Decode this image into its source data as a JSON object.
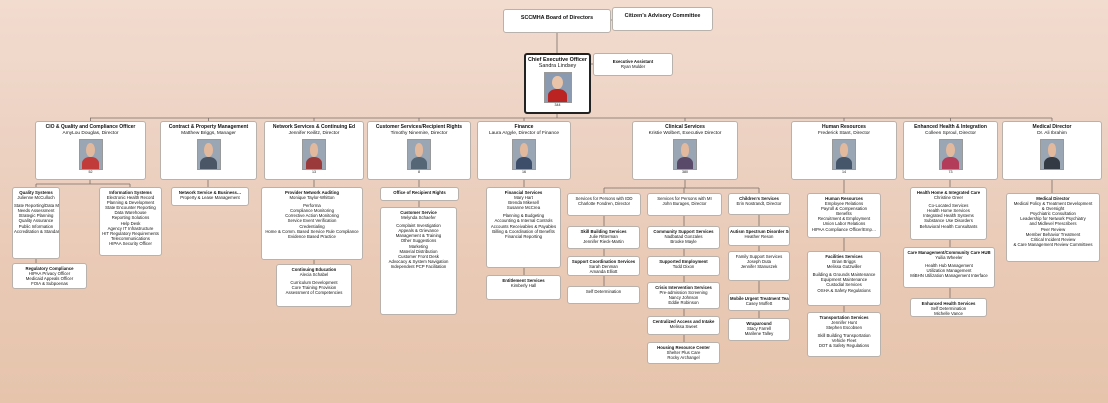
{
  "board": {
    "title": "SCCMHA Board of Directors"
  },
  "advisory": {
    "title": "Citizen's Advisory Committee"
  },
  "ceo": {
    "title": "Chief Executive Officer",
    "name": "Sandra Lindsey",
    "ext": "344"
  },
  "assistant": {
    "title": "Executive Assistant",
    "name": "Ryan Mulder"
  },
  "directors": [
    {
      "title": "CIO & Quality and Compliance Officer",
      "name": "AmyLou Douglas, Director",
      "ext": "52"
    },
    {
      "title": "Contract & Property Management",
      "name": "Matthew Briggs, Manager",
      "ext": ""
    },
    {
      "title": "Network Services & Continuing Ed",
      "name": "Jennifer Keilitz, Director",
      "ext": "13"
    },
    {
      "title": "Customer Services/Recipient Rights",
      "name": "Timothy Ninemire, Director",
      "ext": "8"
    },
    {
      "title": "Finance",
      "name": "Laura Argyle, Director of Finance",
      "ext": "16"
    },
    {
      "title": "Clinical Services",
      "name": "Kristie Wolbert, Executive Director",
      "ext": "380"
    },
    {
      "title": "Human Resources",
      "name": "Frederick Stant, Director",
      "ext": "14"
    },
    {
      "title": "Enhanced Health & Integration",
      "name": "Colleen Sproul, Director",
      "ext": "73"
    },
    {
      "title": "Medical Director",
      "name": "Dr. Ali Ibrahim",
      "ext": ""
    }
  ],
  "units": {
    "quality": {
      "title": "Quality Systems",
      "lines": [
        "Julienne McCulloch",
        "",
        "State Reporting/Data Mgt",
        "Needs Assessment",
        "Strategic Planning",
        "Quality Assurance",
        "Public Information",
        "Accreditation & Standards"
      ]
    },
    "info": {
      "title": "Information Systems",
      "lines": [
        "Electronic Health Record",
        "Planning & Development",
        "State Encounter Reporting",
        "Data Warehouse",
        "Reporting Solutions",
        "Help Desk",
        "Agency IT Infrastructure",
        "HIT Regulatory Requirements",
        "Telecommunications",
        "HIPAA Security Officer"
      ]
    },
    "regulatory": {
      "title": "Regulatory Compliance",
      "lines": [
        "HIPAA Privacy Officer",
        "Medicaid Appeals Officer",
        "FOIA & Subpoenas"
      ]
    },
    "network_business": {
      "title": "Network Service & Business…",
      "lines": [
        "Property & Lease Management"
      ]
    },
    "provider": {
      "title": "Provider Network Auditing",
      "lines": [
        "Monique Taylor-Whitton",
        "",
        "Performa",
        "Compliance Monitoring",
        "Corrective Action Monitoring",
        "Service Event Verification",
        "Credentialing",
        "Home & Comm. Based Service Rule Compliance",
        "Evidence Based Practice"
      ]
    },
    "cont_ed": {
      "title": "Continuing Education",
      "lines": [
        "Alecia Schabel",
        "",
        "Curriculum Development",
        "Core Training Provision",
        "Assessment of Competencies"
      ]
    },
    "rights": {
      "title": "Office of Recipient Rights",
      "lines": []
    },
    "customer": {
      "title": "Customer Service",
      "lines": [
        "Melynda Schaefer",
        "",
        "Complaint Investigation",
        "Appeals & Grievance",
        "Management & Training",
        "Other Suggestions",
        "Marketing",
        "Material Distribution",
        "Customer Front Desk",
        "Advocacy & System Navigation",
        "Independent PCP Facilitation"
      ]
    },
    "fin_services": {
      "title": "Financial Services",
      "lines": [
        "Mary Hart",
        "Brenda Mikesell",
        "Susanne McCrea",
        "",
        "Planning & Budgeting",
        "Accounting & Internal Controls",
        "Accounts Receivables & Payables",
        "Billing & Coordination of Benefits",
        "Financial Reporting"
      ]
    },
    "entitlement": {
      "title": "Entitlement Services",
      "lines": [
        "Kimberly Hall"
      ]
    },
    "idd": {
      "title": "",
      "lines": [
        "Services for Persons with IDD",
        "Charlotte Fondren, Director"
      ]
    },
    "skill": {
      "title": "Skill Building Services",
      "lines": [
        "Julie Ritterman",
        "Jennifer Rieck-Martin"
      ]
    },
    "support_coord": {
      "title": "Support Coordination Services",
      "lines": [
        "Sarah Denman",
        "Amanda Elliott"
      ]
    },
    "selfdet1": {
      "title": "",
      "lines": [
        "Self Determination"
      ]
    },
    "mi": {
      "title": "",
      "lines": [
        "Services for Persons with MI",
        "John Burages, Director"
      ]
    },
    "community": {
      "title": "Community Support Services",
      "lines": [
        "Nadbatad Gonzales",
        "Brooke Mayle"
      ]
    },
    "supported_emp": {
      "title": "Supported Employment",
      "lines": [
        "Todd Dixon"
      ]
    },
    "crisis": {
      "title": "Crisis Intervention Services",
      "lines": [
        "Pre-admission Screening",
        "Nancy Johnson",
        "Eddie Robinson"
      ]
    },
    "central": {
      "title": "Centralized Access and Intake",
      "lines": [
        "Melissa Sweet"
      ]
    },
    "housing": {
      "title": "Housing Resource Center",
      "lines": [
        "Shelter Plus Care",
        "Rocky Archangel"
      ]
    },
    "children": {
      "title": "Children's Services",
      "lines": [
        "Erin Nostrandt, Director"
      ]
    },
    "autism": {
      "title": "Autism Spectrum Disorder Services",
      "lines": [
        "Heather Reson"
      ]
    },
    "family": {
      "title": "",
      "lines": [
        "Family Support Services",
        "Joseph Duta",
        "Jennifer Stanuszek"
      ]
    },
    "mobile": {
      "title": "Mobile Urgent Treatment Team",
      "lines": [
        "Casey Moffett"
      ]
    },
    "wrap": {
      "title": "Wraparound",
      "lines": [
        "Stacy Farrell",
        "Marilene Talley"
      ]
    },
    "hr_services": {
      "title": "Human Resources",
      "lines": [
        "Employee Relations",
        "Payroll & Compensation",
        "Benefits",
        "Recruitment & Employment",
        "Union Labor Relations",
        "HIPAA Compliance Officer/Emp…"
      ]
    },
    "facilities": {
      "title": "Facilities Services",
      "lines": [
        "Brian Briggs",
        "Melissa Gutzwiller",
        "",
        "Building & Grounds Maintenance",
        "Equipment Maintenance",
        "Custodial Services",
        "OSHA & Safety Regulations"
      ]
    },
    "transport": {
      "title": "Transportation Services",
      "lines": [
        "Jennifer Hunt",
        "Stephen Escobsen",
        "",
        "Skill Building Transportation",
        "Vehicle Fleet",
        "DOT & Safety Regulations"
      ]
    },
    "health_home": {
      "title": "Health Home & Integrated Care",
      "lines": [
        "Christine Greer",
        "",
        "Co-Located Services",
        "Health Home Services",
        "Integrated Health Systems",
        "Substance Use Disorders",
        "Behavioral Health Consultants"
      ]
    },
    "care_mgmt": {
      "title": "Care Management/Community Care HUB",
      "lines": [
        "Yuilia Wheeler",
        "",
        "Health Hub Management",
        "Utilization Management",
        "MiBHN Utilization Management Interface"
      ]
    },
    "enhanced": {
      "title": "Enhanced Health Services",
      "lines": [
        "Self Determination",
        "Michelle Vance"
      ]
    },
    "medical": {
      "title": "Medical Director",
      "lines": [
        "Medical Policy & Treatment Development",
        "& Oversight",
        "Psychiatric Consultation",
        "Leadership for Network Psychiatry",
        "and Midlevel Prescribers",
        "Peer Review",
        "Member Behavior Treatment",
        "Critical Incident Review",
        "& Care Management Review Committees"
      ]
    }
  },
  "colors": {
    "line": "#7a6e68",
    "border": "#b9b1ab",
    "background": "#ecd0c0"
  }
}
